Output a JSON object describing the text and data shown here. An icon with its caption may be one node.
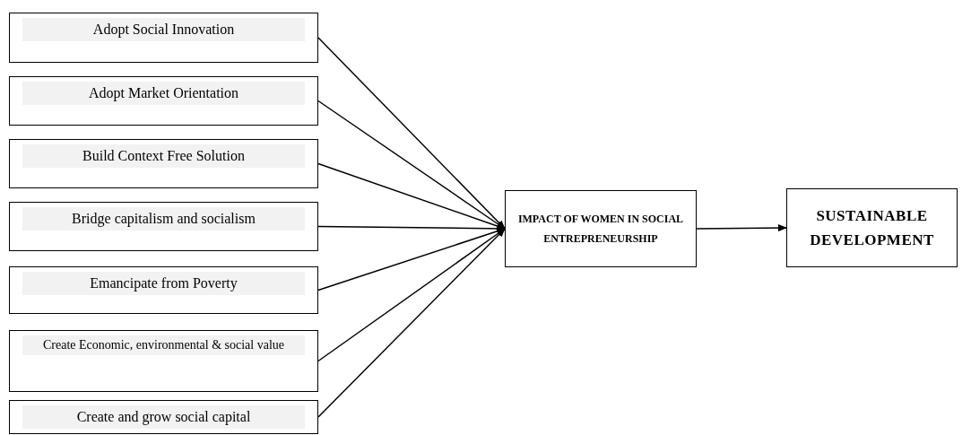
{
  "diagram": {
    "nodes": [
      {
        "text": [
          "Adopt Social Innovation"
        ]
      },
      {
        "text": [
          "Adopt Market Orientation"
        ]
      },
      {
        "text": [
          "Build Context Free Solution"
        ]
      },
      {
        "text": [
          "Bridge capitalism and socialism"
        ]
      },
      {
        "text": [
          "Emancipate from Poverty"
        ]
      },
      {
        "text": [
          "Create Economic, environmental & social value"
        ]
      },
      {
        "text": [
          "Create and grow social capital"
        ]
      },
      {
        "text": [
          "IMPACT OF WOMEN IN SOCIAL ENTREPRENEURSHIP"
        ]
      },
      {
        "text": [
          "SUSTAINABLE DEVELOPMENT"
        ]
      }
    ],
    "edges": [
      {
        "from": 0,
        "to": 7,
        "arrow": "to"
      },
      {
        "from": 1,
        "to": 7,
        "arrow": "to"
      },
      {
        "from": 2,
        "to": 7,
        "arrow": "to"
      },
      {
        "from": 3,
        "to": 7,
        "arrow": "to"
      },
      {
        "from": 4,
        "to": 7,
        "arrow": "to"
      },
      {
        "from": 5,
        "to": 7,
        "arrow": "to"
      },
      {
        "from": 6,
        "to": 7,
        "arrow": "to"
      },
      {
        "from": 7,
        "to": 8,
        "arrow": "to"
      }
    ]
  }
}
